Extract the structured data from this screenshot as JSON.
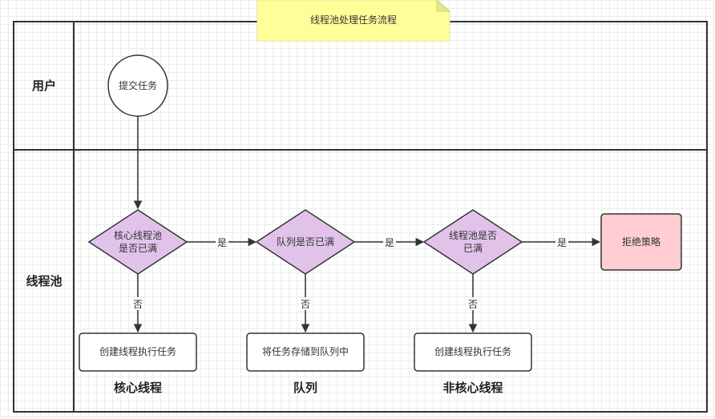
{
  "title_note": "线程池处理任务流程",
  "lanes": {
    "user": "用户",
    "pool": "线程池"
  },
  "nodes": {
    "submit": "提交任务",
    "core_full_line1": "核心线程池",
    "core_full_line2": "是否已满",
    "queue_full": "队列是否已满",
    "pool_full_line1": "线程池是否",
    "pool_full_line2": "已满",
    "reject": "拒绝策略",
    "core_create": "创建线程执行任务",
    "queue_store": "将任务存储到队列中",
    "noncore_create": "创建线程执行任务"
  },
  "edge_labels": {
    "yes": "是",
    "no": "否"
  },
  "group_labels": {
    "core": "核心线程",
    "queue": "队列",
    "noncore": "非核心线程"
  },
  "colors": {
    "note_fill": "#ffff99",
    "decision_fill": "#e1c3ea",
    "reject_fill": "#ffcdd2",
    "stroke": "#333333"
  }
}
